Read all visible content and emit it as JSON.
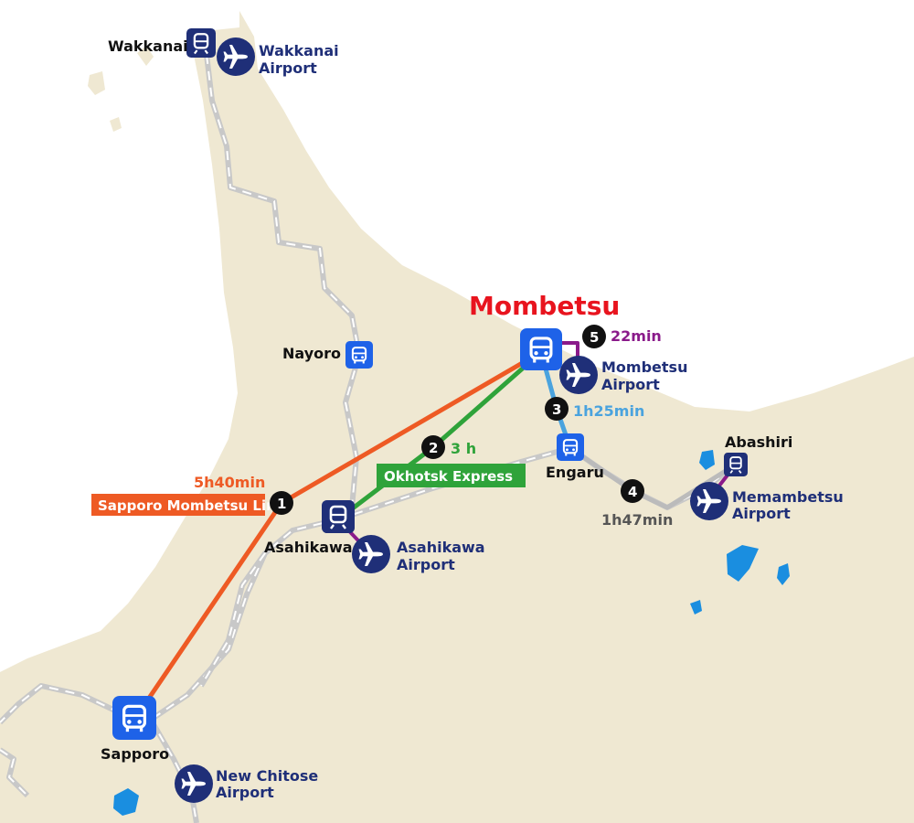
{
  "destination": {
    "label": "Mombetsu",
    "color": "#e8141e"
  },
  "colors": {
    "land": "#efe8d2",
    "water": "#1a8ee0",
    "rail": "#c8c8c8",
    "bus_icon": "#1e62e8",
    "train_icon": "#1f2f78",
    "airport_icon": "#1f2f78",
    "orange_route": "#ee5a24",
    "green_route": "#2fa33a",
    "blue_route": "#4aa3de",
    "gray_route": "#bbbbbb",
    "purple_route": "#8a1a8a"
  },
  "cities": {
    "wakkanai": "Wakkanai",
    "nayoro": "Nayoro",
    "asahikawa": "Asahikawa",
    "sapporo": "Sapporo",
    "engaru": "Engaru",
    "abashiri": "Abashiri"
  },
  "airports": {
    "wakkanai": [
      "Wakkanai",
      "Airport"
    ],
    "mombetsu": [
      "Mombetsu",
      "Airport"
    ],
    "asahikawa": [
      "Asahikawa",
      "Airport"
    ],
    "memambetsu": [
      "Memambetsu",
      "Airport"
    ],
    "new_chitose": [
      "New Chitose",
      "Airport"
    ]
  },
  "routes": [
    {
      "num": "1",
      "time": "5h40min",
      "name": "Sapporo Mombetsu Line",
      "color_key": "orange_route"
    },
    {
      "num": "2",
      "time": "3 h",
      "name": "Okhotsk Express",
      "color_key": "green_route"
    },
    {
      "num": "3",
      "time": "1h25min",
      "color_key": "blue_route"
    },
    {
      "num": "4",
      "time": "1h47min",
      "color_key": "gray_route"
    },
    {
      "num": "5",
      "time": "22min",
      "color_key": "purple_route"
    }
  ],
  "icons": {
    "bus": "bus-icon",
    "train": "train-icon",
    "airport": "airplane-icon"
  }
}
